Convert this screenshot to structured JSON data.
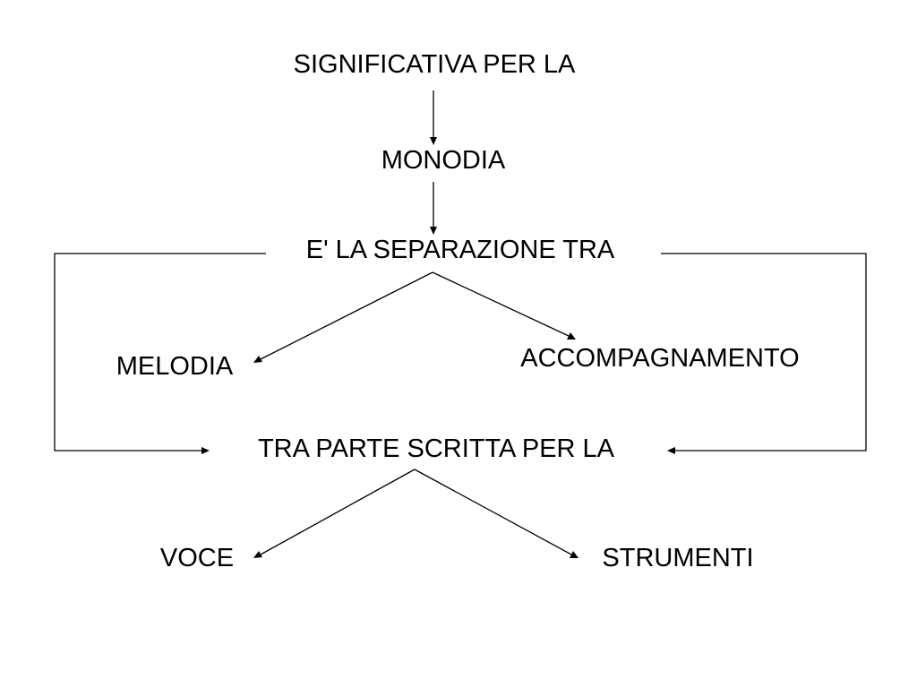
{
  "diagram": {
    "nodes": {
      "significativa": "SIGNIFICATIVA PER LA",
      "monodia": "MONODIA",
      "separazione": "E' LA SEPARAZIONE TRA",
      "melodia": "MELODIA",
      "accompagnamento": "ACCOMPAGNAMENTO",
      "parte_scritta": "TRA PARTE SCRITTA PER LA",
      "voce": "VOCE",
      "strumenti": "STRUMENTI"
    },
    "line_color": "#000000",
    "text_color": "#000000",
    "background": "#ffffff"
  }
}
